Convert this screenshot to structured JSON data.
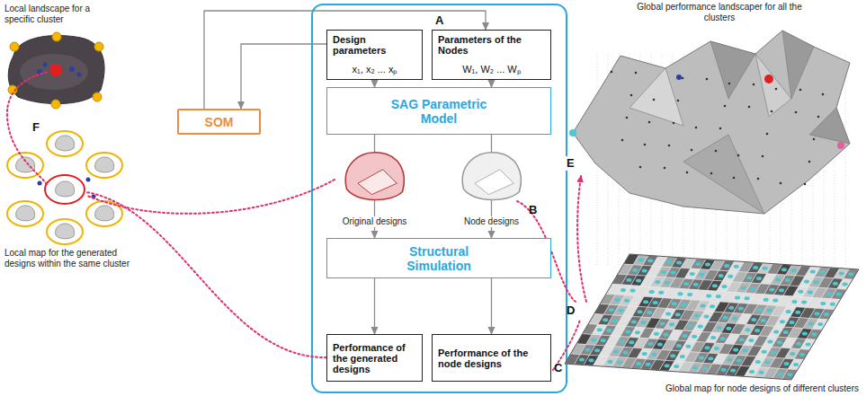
{
  "diagram": {
    "nodes": [
      {
        "text": [
          "SOM"
        ]
      },
      {
        "text": [
          "Design parameters",
          "x₁, x₂ ... xₚ"
        ]
      },
      {
        "text": [
          "Parameters of the Nodes",
          "W₁, W₂ ... Wₚ"
        ]
      },
      {
        "text": [
          "SAG Parametric Model"
        ]
      },
      {
        "text": [
          "Structural Simulation"
        ]
      },
      {
        "text": [
          "Performance of the generated designs"
        ]
      },
      {
        "text": [
          "Performance of the node designs"
        ]
      }
    ],
    "edges": [
      {
        "from": 1,
        "to": 0,
        "arrow": "to"
      },
      {
        "from": 0,
        "to": 2,
        "arrow": "to"
      },
      {
        "from": 1,
        "to": 3,
        "arrow": "to"
      },
      {
        "from": 2,
        "to": 3,
        "arrow": "to"
      },
      {
        "from": 3,
        "to": 4,
        "arrow": "to"
      },
      {
        "from": 3,
        "to": 4,
        "arrow": "to"
      },
      {
        "from": 4,
        "to": 5,
        "arrow": "to"
      },
      {
        "from": 4,
        "to": 6,
        "arrow": "to"
      }
    ],
    "labels": [
      "Local landscape for a specific cluster",
      "F",
      "Local map for the generated designs within the same cluster",
      "A",
      "Original designs",
      "Node designs",
      "B",
      "C",
      "Global performance landscaper for all the clusters",
      "E",
      "D",
      "Global map for node designs of different clusters"
    ]
  }
}
